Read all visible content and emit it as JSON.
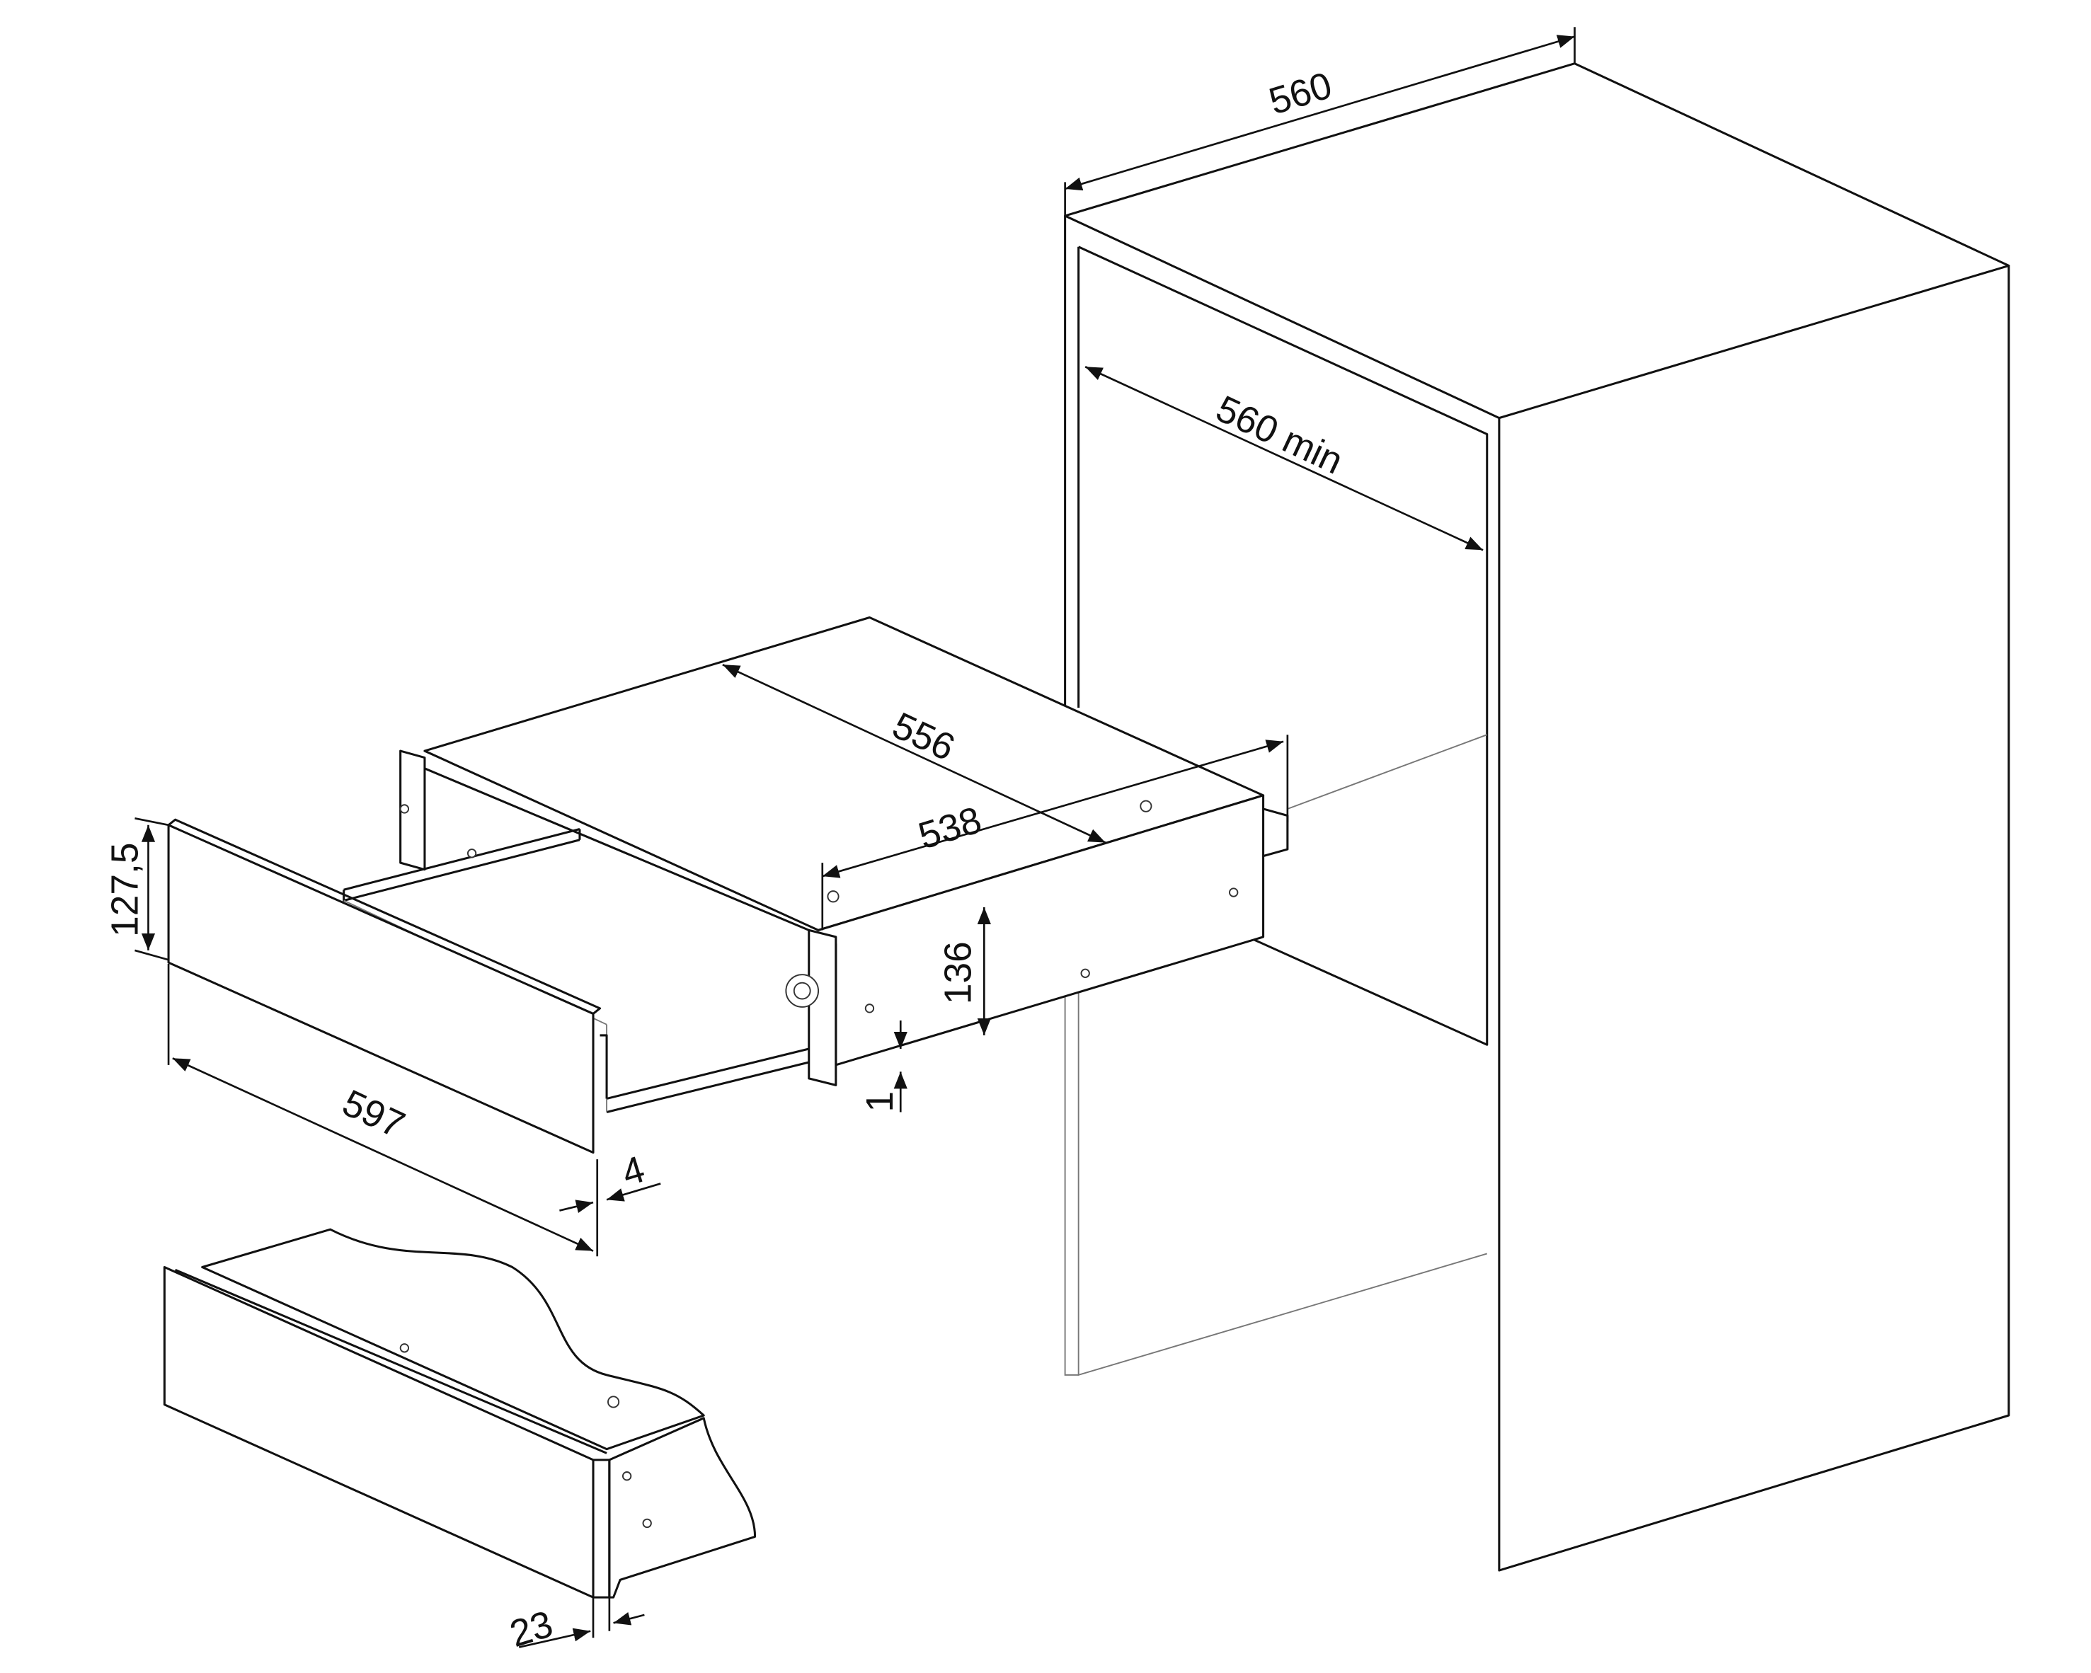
{
  "diagram": {
    "type": "installation dimension drawing",
    "dimensions": {
      "cabinet_depth": "560",
      "niche_depth": "560 min",
      "body_depth": "556",
      "body_depth_inner": "538",
      "front_height": "127,5",
      "body_height": "136",
      "body_offset": "1",
      "front_width": "597",
      "front_gap": "4",
      "front_thickness": "23"
    },
    "colors": {
      "line": "#111111",
      "hidden_line": "#777777",
      "background": "#ffffff"
    }
  }
}
